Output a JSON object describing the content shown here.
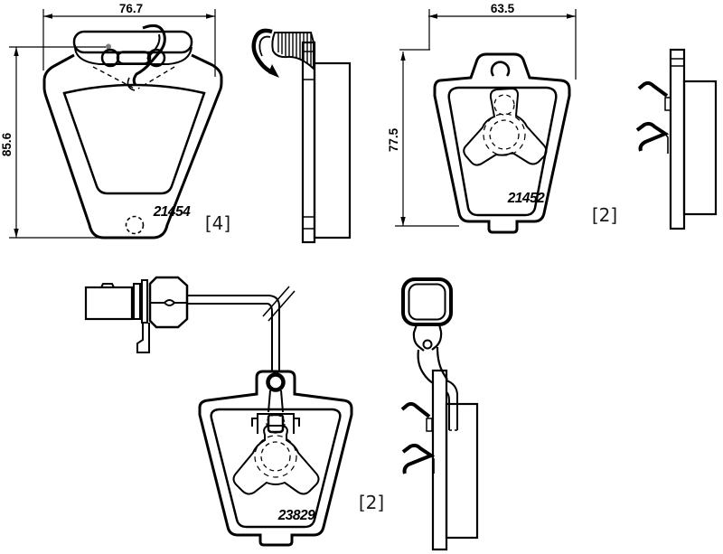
{
  "colors": {
    "background": "#ffffff",
    "line": "#000000"
  },
  "views": {
    "pad1": {
      "width_dim": "76.7",
      "height_dim": "85.6",
      "part_number": "21454",
      "quantity": "[4]"
    },
    "pad2": {
      "width_dim": "63.5",
      "height_dim": "77.5",
      "part_number": "21452",
      "quantity": "[2]"
    },
    "pad3": {
      "part_number": "23829",
      "quantity": "[2]"
    }
  }
}
